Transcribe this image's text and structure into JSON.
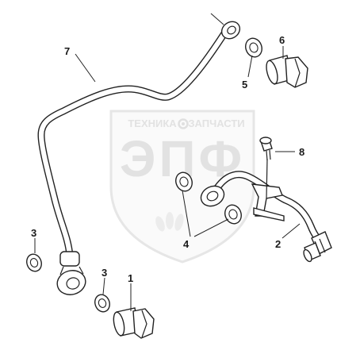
{
  "watermark": {
    "line1_left": "ТЕХНИКА",
    "line1_right": "ЗАПЧАСТИ",
    "logo_letters": "ЭПФ",
    "gear_icon": "gear-icon"
  },
  "callouts": {
    "part_1": "1",
    "part_2": "2",
    "part_3_left": "3",
    "part_3_right": "3",
    "part_4": "4",
    "part_5": "5",
    "part_6": "6",
    "part_7": "7",
    "part_8": "8"
  },
  "colors": {
    "line": "#222222",
    "watermark": "#e2e2e2",
    "background": "#ffffff"
  }
}
